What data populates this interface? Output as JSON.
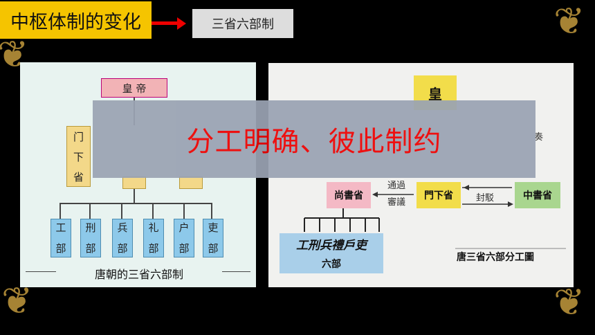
{
  "header": {
    "title": "中枢体制的变化",
    "subtitle": "三省六部制"
  },
  "left_diagram": {
    "emperor": "皇 帝",
    "menxia": [
      "门",
      "下",
      "省"
    ],
    "departments": [
      [
        "工",
        "部"
      ],
      [
        "刑",
        "部"
      ],
      [
        "兵",
        "部"
      ],
      [
        "礼",
        "部"
      ],
      [
        "户",
        "部"
      ],
      [
        "吏",
        "部"
      ]
    ],
    "caption": "唐朝的三省六部制"
  },
  "right_diagram": {
    "emperor_char": "皇",
    "shangshu": "尚書省",
    "menxia": "門下省",
    "zhongshu": "中書省",
    "liubu_chars": "工刑兵禮戶吏",
    "liubu": "六部",
    "label_tongguo": "通過",
    "label_shenyi": "審議",
    "label_fengbo": "封駁",
    "label_zou": "奏",
    "caption": "唐三省六部分工圖"
  },
  "overlay": {
    "text": "分工明确、彼此制约"
  }
}
